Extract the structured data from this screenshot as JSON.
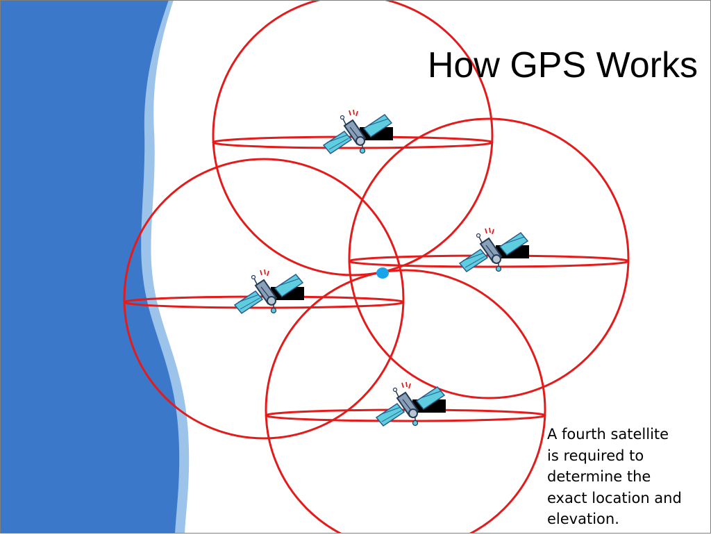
{
  "slide": {
    "title": "How GPS Works",
    "note_lines": [
      "A fourth satellite",
      "is required to",
      "determine the",
      "exact location and",
      "elevation."
    ]
  },
  "colors": {
    "sidebar_blue": "#3b78c9",
    "sidebar_edge": "#9cc3ea",
    "range_sphere": "#e31b1b",
    "receiver_point": "#1aa3e8",
    "solar_panel": "#5fcde0",
    "satellite_body": "#8aa0b8",
    "dish_black": "#000000"
  },
  "diagram": {
    "satellites": [
      {
        "name": "satellite-top",
        "icon": "satellite-icon"
      },
      {
        "name": "satellite-right",
        "icon": "satellite-icon"
      },
      {
        "name": "satellite-left",
        "icon": "satellite-icon"
      },
      {
        "name": "satellite-bottom",
        "icon": "satellite-icon"
      }
    ],
    "receiver": {
      "icon": "receiver-dot-icon"
    }
  }
}
